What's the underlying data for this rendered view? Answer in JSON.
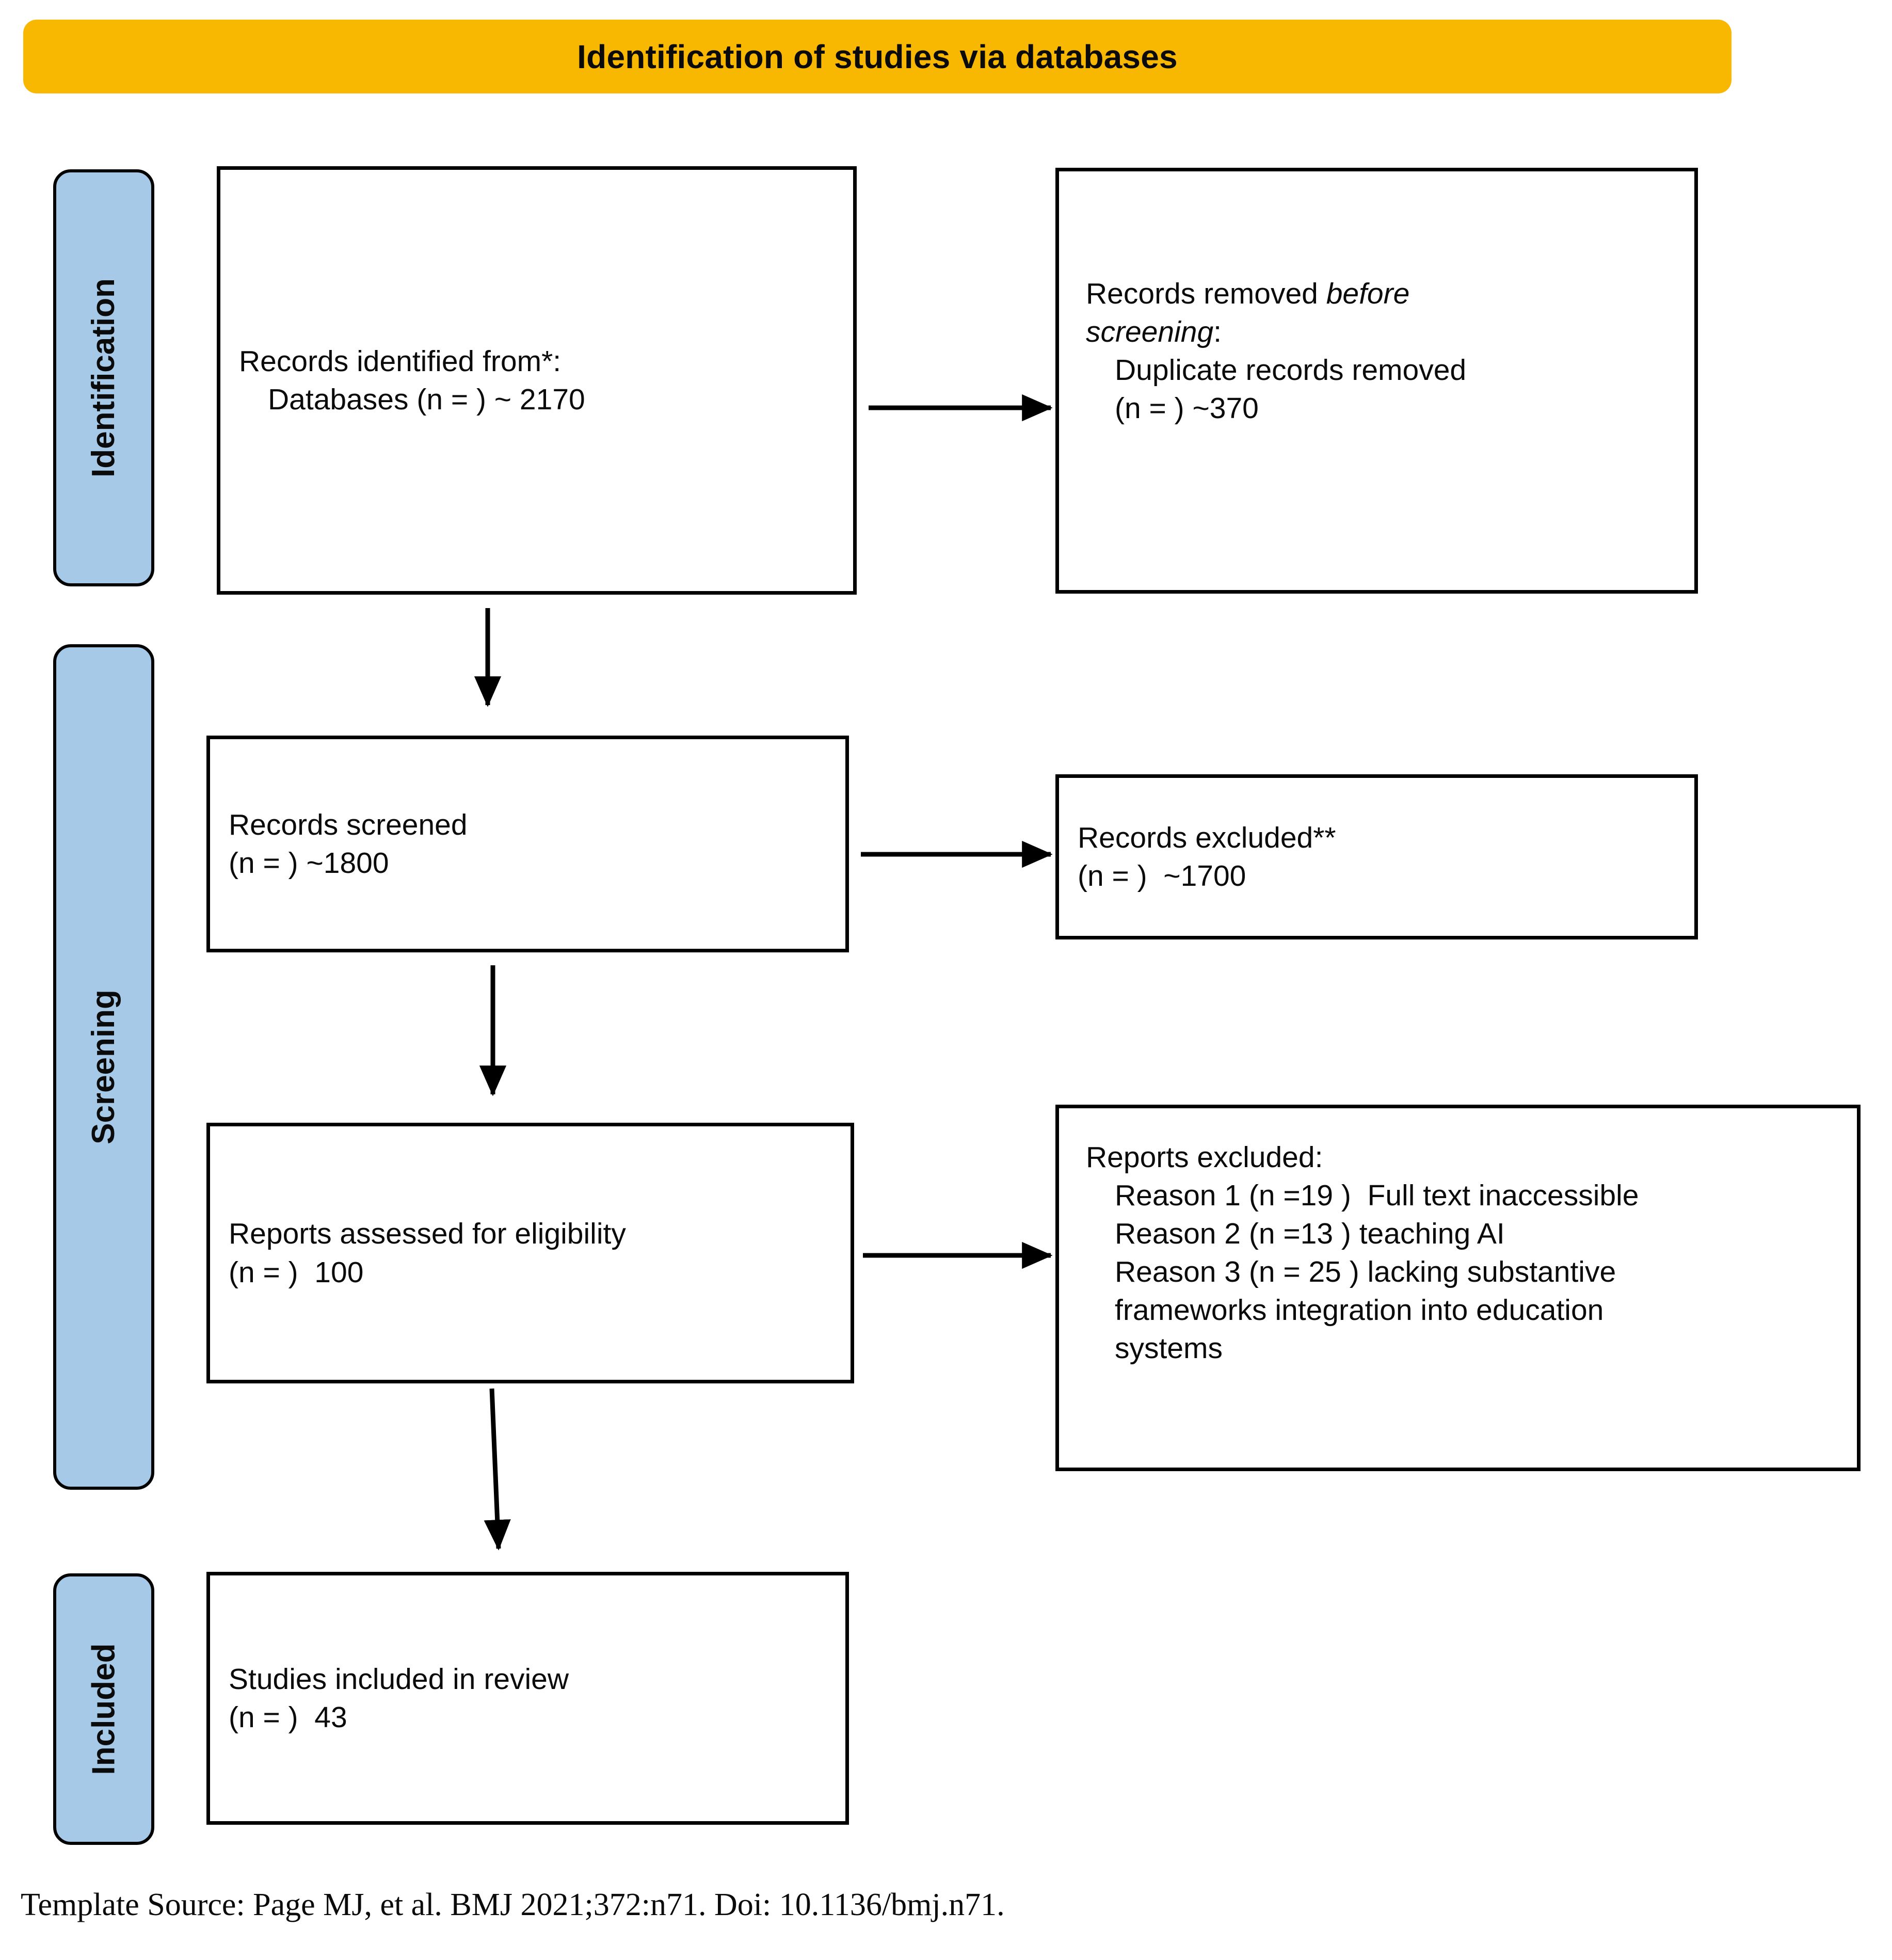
{
  "header": {
    "title": "Identification of studies via databases",
    "background_color": "#F8B801",
    "text_color": "#0b0b0b"
  },
  "stages": {
    "band_color": "#A6C9E8",
    "border_color": "#000000",
    "items": [
      {
        "id": "identification",
        "label": "Identification"
      },
      {
        "id": "screening",
        "label": "Screening"
      },
      {
        "id": "included",
        "label": "Included"
      }
    ]
  },
  "boxes": {
    "identified": {
      "line1": "Records identified from*:",
      "line2": "Databases (n = ) ~ 2170"
    },
    "removed_before_screening": {
      "line1_lead": "Records removed ",
      "line1_em": "before",
      "line2_em": "screening",
      "line2_tail": ":",
      "line3": "Duplicate records removed",
      "line4": "(n = ) ~370"
    },
    "records_screened": {
      "line1": "Records screened",
      "line2": "(n = ) ~1800"
    },
    "records_excluded": {
      "line1": "Records excluded**",
      "line2": "(n = )  ~1700"
    },
    "reports_eligibility": {
      "line1": "Reports assessed for eligibility",
      "line2": "(n = )  100"
    },
    "reports_excluded": {
      "line1": "Reports excluded:",
      "line2": "Reason 1 (n =19 )  Full text inaccessible",
      "line3": "Reason 2 (n =13 ) teaching AI",
      "line4": "Reason 3 (n = 25 ) lacking substantive",
      "line5": "frameworks integration into education",
      "line6": "systems"
    },
    "studies_included": {
      "line1": "Studies included in review",
      "line2": "(n = )  43"
    }
  },
  "connectors": {
    "stroke_color": "#000000",
    "arrows": [
      {
        "id": "identified-to-removed",
        "direction": "right"
      },
      {
        "id": "identified-to-screened",
        "direction": "down"
      },
      {
        "id": "screened-to-excluded",
        "direction": "right"
      },
      {
        "id": "screened-to-eligibility",
        "direction": "down"
      },
      {
        "id": "eligibility-to-reports-excluded",
        "direction": "right"
      },
      {
        "id": "eligibility-to-included",
        "direction": "down"
      }
    ]
  },
  "footer": {
    "text": "Template Source: Page MJ, et al. BMJ 2021;372:n71. Doi: 10.1136/bmj.n71."
  }
}
